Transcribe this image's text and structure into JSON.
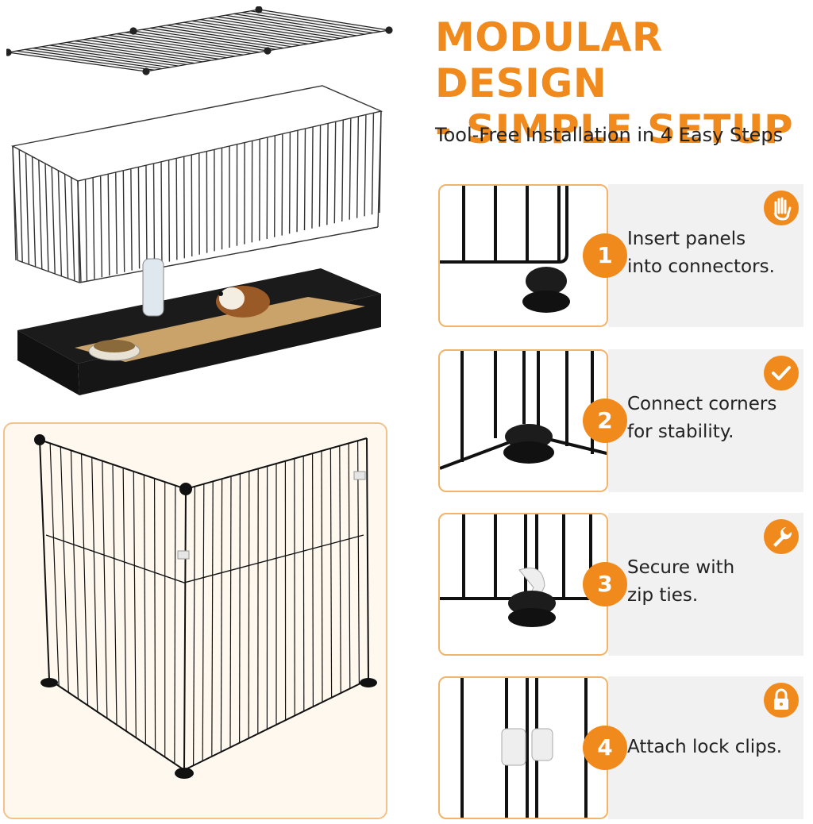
{
  "headline_line1": "MODULAR DESIGN",
  "headline_line2": "- SIMPLE SETUP",
  "subhead": "Tool-Free Installation in 4 Easy Steps",
  "accent_color": "#f08a1c",
  "steps": [
    {
      "number": "1",
      "line1": "Insert panels",
      "line2": "into connectors.",
      "icon": "hand-icon"
    },
    {
      "number": "2",
      "line1": "Connect corners",
      "line2": "for stability.",
      "icon": "check-icon"
    },
    {
      "number": "3",
      "line1": "Secure with",
      "line2": "zip ties.",
      "icon": "wrench-icon"
    },
    {
      "number": "4",
      "line1": "Attach lock clips.",
      "line2": "",
      "icon": "lock-icon"
    }
  ]
}
